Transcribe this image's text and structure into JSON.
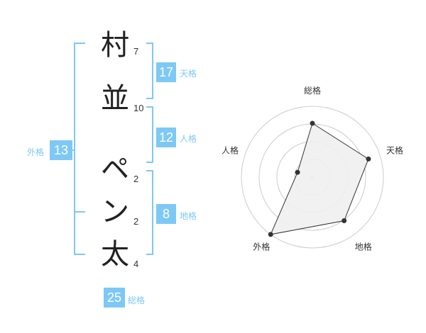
{
  "name_chars": [
    {
      "char": "村",
      "strokes": "7"
    },
    {
      "char": "並",
      "strokes": "10"
    },
    {
      "char": "ペ",
      "strokes": "2"
    },
    {
      "char": "ン",
      "strokes": "2"
    },
    {
      "char": "太",
      "strokes": "4"
    }
  ],
  "fortunes": {
    "tenkaku": {
      "label": "天格",
      "value": "17"
    },
    "jinkaku": {
      "label": "人格",
      "value": "12"
    },
    "chikaku": {
      "label": "地格",
      "value": "8"
    },
    "gaikaku": {
      "label": "外格",
      "value": "13"
    },
    "soukaku": {
      "label": "総格",
      "value": "25"
    }
  },
  "chart_data": {
    "type": "radar",
    "categories": [
      "総格",
      "天格",
      "地格",
      "外格",
      "人格"
    ],
    "values": [
      0.76,
      0.83,
      0.76,
      1.0,
      0.22
    ],
    "range": [
      0,
      1
    ],
    "rings": 4,
    "colors": {
      "accent": "#7ec8f5",
      "fill": "#f0f0f0",
      "line": "#333333",
      "grid": "#cccccc"
    }
  }
}
